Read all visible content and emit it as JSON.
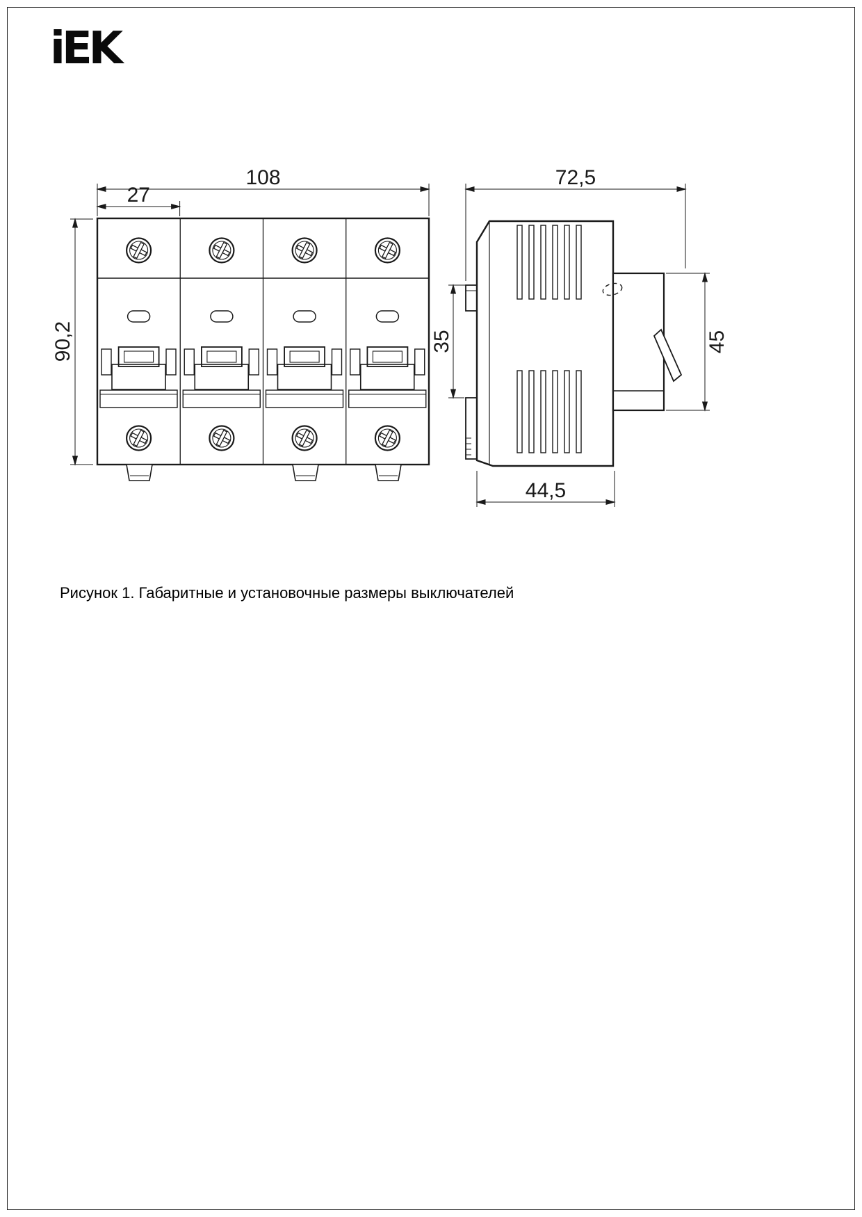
{
  "brand": {
    "logo_text": "iEK"
  },
  "figure": {
    "caption": "Рисунок 1. Габаритные и установочные размеры выключателей"
  },
  "dimensions": {
    "front": {
      "overall_width": "108",
      "module_width": "27",
      "overall_height": "90,2"
    },
    "side": {
      "overall_depth": "72,5",
      "din_offset": "35",
      "front_height": "45",
      "body_depth": "44,5"
    }
  },
  "colors": {
    "line": "#1a1a1a",
    "paper": "#ffffff"
  }
}
